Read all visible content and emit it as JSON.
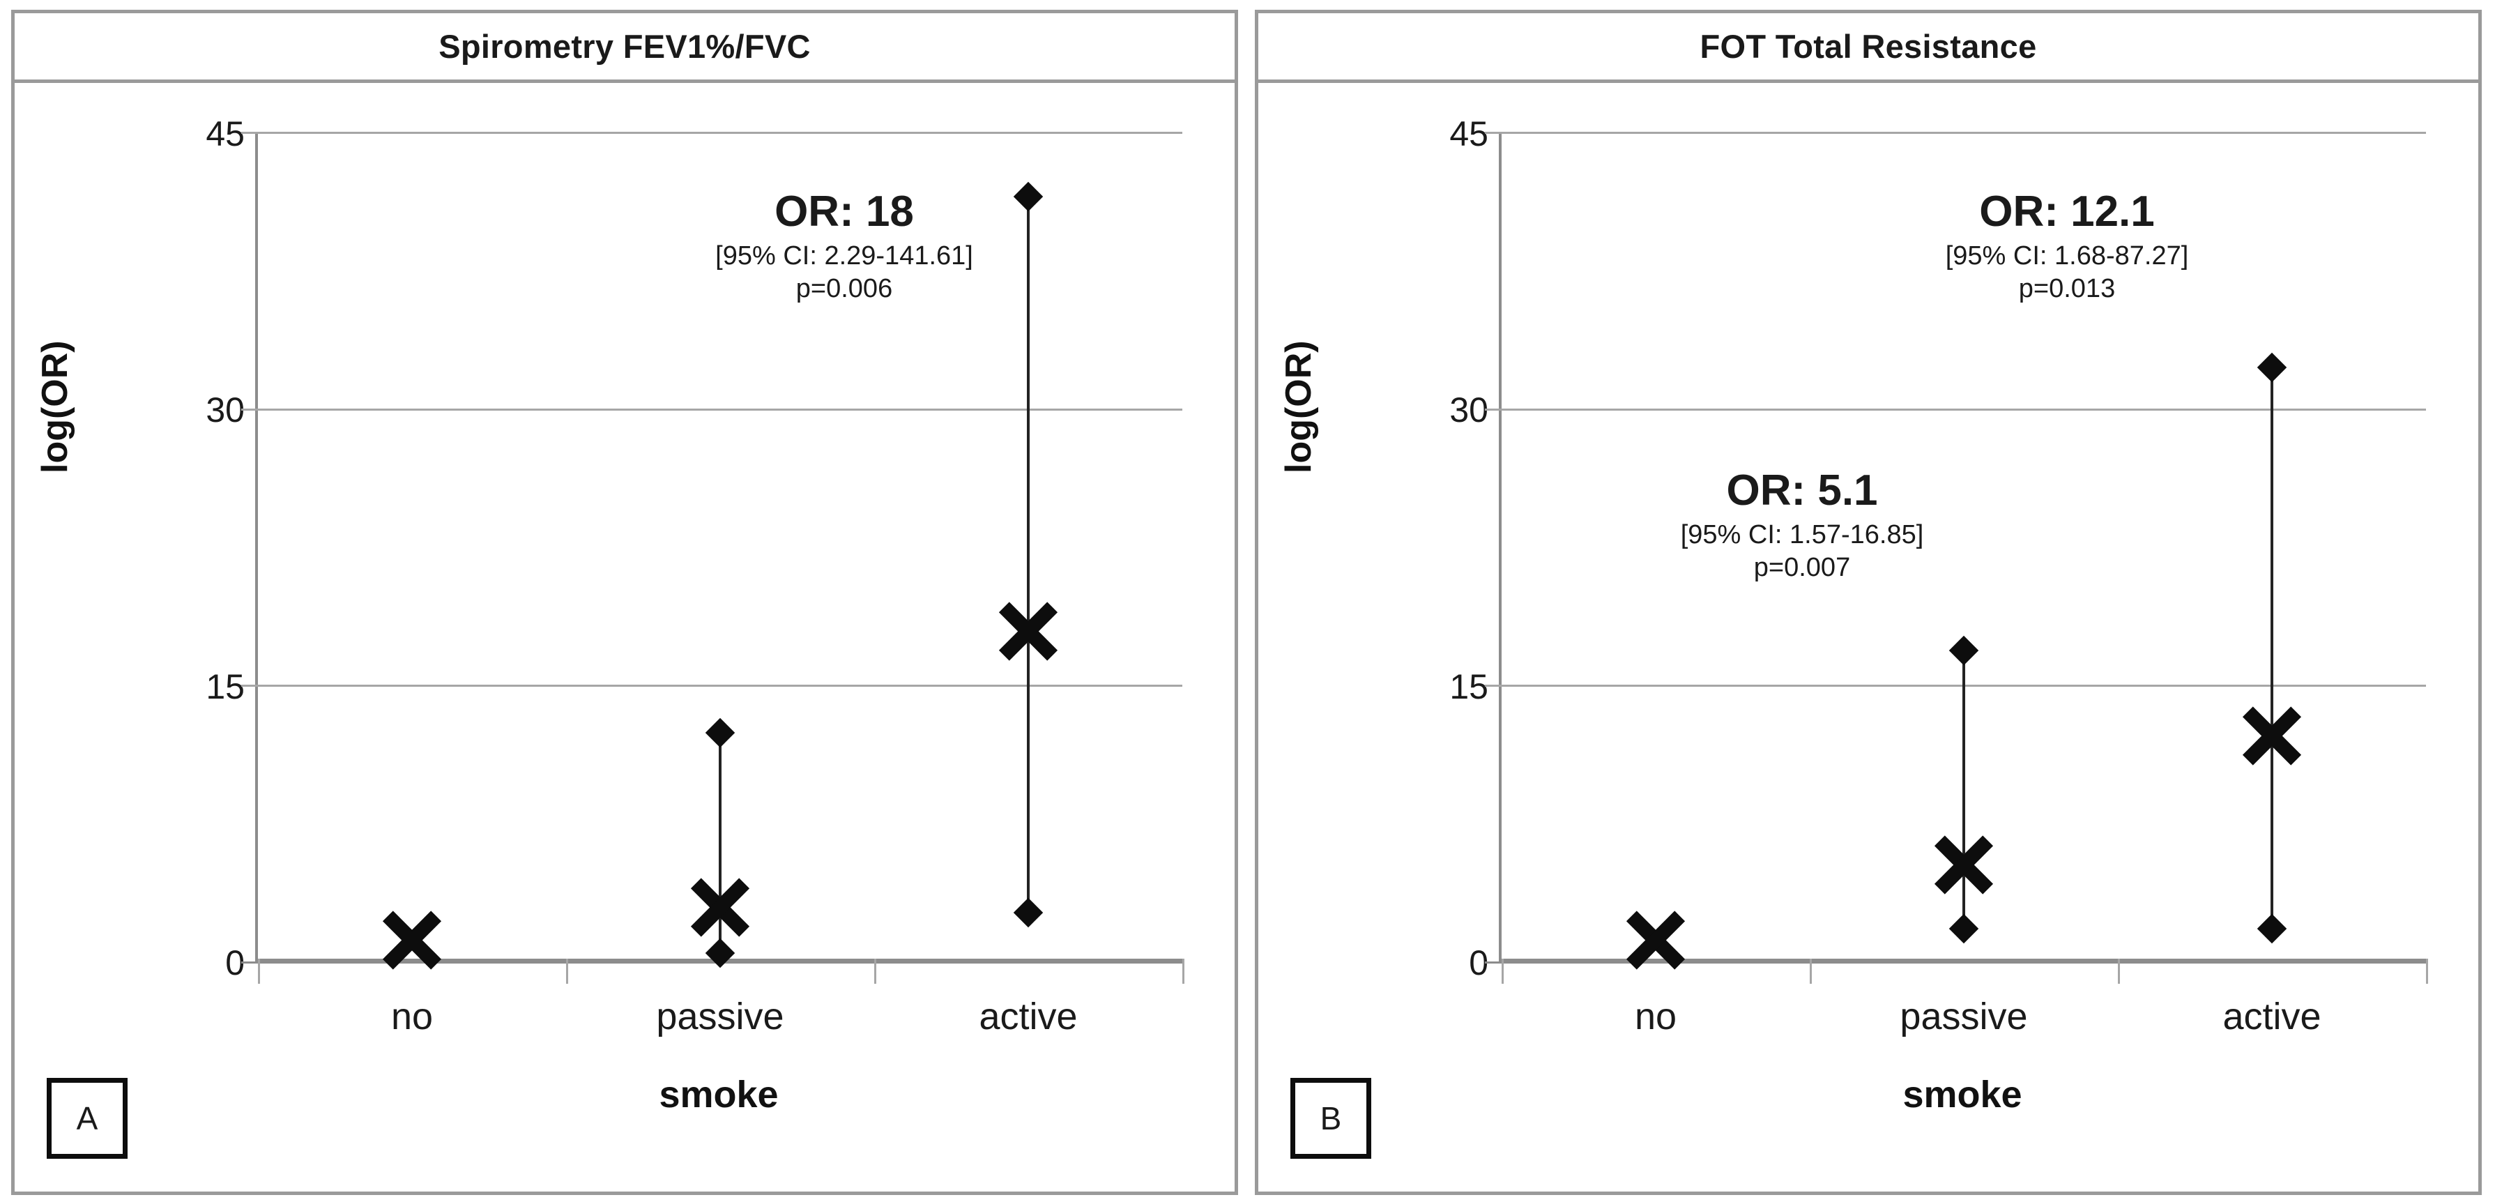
{
  "figure": {
    "background": "#ffffff",
    "frame_color": "#9a9a9a",
    "marker_color": "#0d0d0d"
  },
  "panels": [
    {
      "letter": "A",
      "title": "Spirometry FEV1%/FVC",
      "ylabel": "log(OR)",
      "xlabel": "smoke",
      "yticks": [
        "45",
        "30",
        "15",
        "0"
      ],
      "categories": [
        "no",
        "passive",
        "active"
      ],
      "annotations": [
        {
          "or": "OR: 18",
          "ci": "[95% CI: 2.29-141.61]",
          "p": "p=0.006"
        }
      ]
    },
    {
      "letter": "B",
      "title": "FOT Total Resistance",
      "ylabel": "log(OR)",
      "xlabel": "smoke",
      "yticks": [
        "45",
        "30",
        "15",
        "0"
      ],
      "categories": [
        "no",
        "passive",
        "active"
      ],
      "annotations": [
        {
          "or": "OR: 12.1",
          "ci": "[95% CI: 1.68-87.27]",
          "p": "p=0.013"
        },
        {
          "or": "OR: 5.1",
          "ci": "[95% CI: 1.57-16.85]",
          "p": "p=0.007"
        }
      ]
    }
  ],
  "chart_data": [
    {
      "type": "scatter",
      "title": "Spirometry FEV1%/FVC",
      "panel": "A",
      "xlabel": "smoke",
      "ylabel": "log(OR)",
      "categories": [
        "no",
        "passive",
        "active"
      ],
      "ylim": [
        0,
        45
      ],
      "yticks": [
        0,
        15,
        30,
        45
      ],
      "grid": true,
      "legend": "none",
      "series": [
        {
          "name": "Odds ratio (X marker)",
          "values": [
            1.0,
            2.8,
            17.8
          ]
        },
        {
          "name": "Upper 95% CI (diamond)",
          "values": [
            null,
            12.3,
            41.5
          ]
        },
        {
          "name": "Lower 95% CI (diamond)",
          "values": [
            null,
            0.3,
            2.5
          ]
        }
      ],
      "points": [
        {
          "category": "no",
          "or": 1.0,
          "ci_low": null,
          "ci_high": null,
          "reference": true
        },
        {
          "category": "passive",
          "or": 2.8,
          "ci_low": 0.3,
          "ci_high": 12.3
        },
        {
          "category": "active",
          "or": 17.8,
          "ci_low": 2.5,
          "ci_high": 41.5
        }
      ],
      "annotations": [
        {
          "text": "OR: 18",
          "detail": "[95% CI: 2.29-141.61]",
          "p_value": "p=0.006",
          "applies_to": "active"
        }
      ]
    },
    {
      "type": "scatter",
      "title": "FOT Total Resistance",
      "panel": "B",
      "xlabel": "smoke",
      "ylabel": "log(OR)",
      "categories": [
        "no",
        "passive",
        "active"
      ],
      "ylim": [
        0,
        45
      ],
      "yticks": [
        0,
        15,
        30,
        45
      ],
      "grid": true,
      "legend": "none",
      "series": [
        {
          "name": "Odds ratio (X marker)",
          "values": [
            1.0,
            5.1,
            12.1
          ]
        },
        {
          "name": "Upper 95% CI (diamond)",
          "values": [
            null,
            16.8,
            32.2
          ]
        },
        {
          "name": "Lower 95% CI (diamond)",
          "values": [
            null,
            1.6,
            1.6
          ]
        }
      ],
      "points": [
        {
          "category": "no",
          "or": 1.0,
          "ci_low": null,
          "ci_high": null,
          "reference": true
        },
        {
          "category": "passive",
          "or": 5.1,
          "ci_low": 1.6,
          "ci_high": 16.8
        },
        {
          "category": "active",
          "or": 12.1,
          "ci_low": 1.6,
          "ci_high": 32.2
        }
      ],
      "annotations": [
        {
          "text": "OR: 12.1",
          "detail": "[95% CI: 1.68-87.27]",
          "p_value": "p=0.013",
          "applies_to": "active"
        },
        {
          "text": "OR: 5.1",
          "detail": "[95% CI: 1.57-16.85]",
          "p_value": "p=0.007",
          "applies_to": "passive"
        }
      ]
    }
  ]
}
